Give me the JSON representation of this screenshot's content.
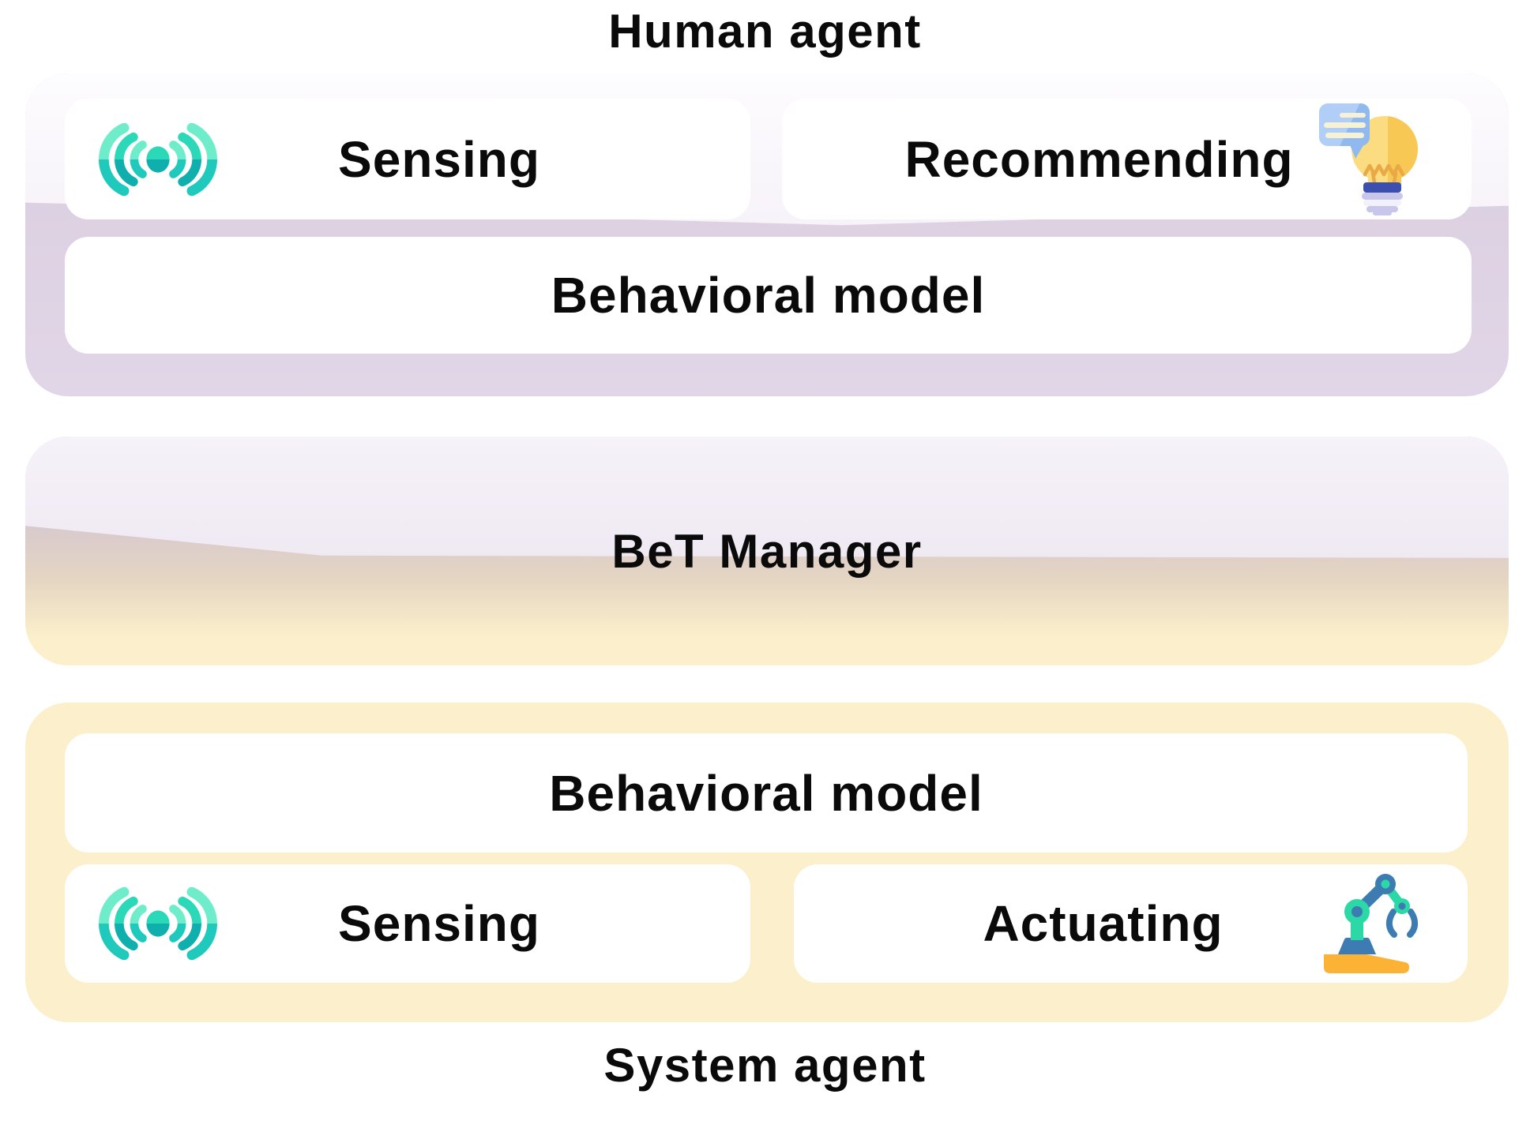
{
  "human_agent": {
    "title": "Human agent",
    "sensing": "Sensing",
    "recommending": "Recommending",
    "behavioral_model": "Behavioral model"
  },
  "bet_manager": {
    "label": "BeT Manager"
  },
  "system_agent": {
    "title": "System agent",
    "behavioral_model": "Behavioral model",
    "sensing": "Sensing",
    "actuating": "Actuating"
  },
  "icons": {
    "sensing": "signal-waves-icon",
    "recommending": "lightbulb-chat-icon",
    "actuating": "robot-arm-icon"
  },
  "colors": {
    "page_bg": "#FFFFFF",
    "text": "#0A0A0A",
    "box_bg": "#FFFFFF",
    "human_base_top": "#D9CDDE",
    "human_base_bottom": "#E1D6E7",
    "human_gloss_top": "#FDFCFE",
    "human_gloss_bottom": "#EFE8F4",
    "bet_gloss_top": "#F6F2F9",
    "bet_gloss_bottom": "#E9E1ED",
    "bet_mid": "#D8C9CE",
    "bet_tan": "#E4D5C3",
    "bet_bottom": "#FBF0CB",
    "system_panel": "#FCF0CC",
    "arc_light_top": "#6FEDCB",
    "arc_light_bottom": "#1FC9BC",
    "arc_dark_top": "#2BD9B8",
    "arc_dark_bottom": "#0EAFAD",
    "bulb_left": "#FBDC80",
    "bulb_right": "#F7C853",
    "filament": "#E9A945",
    "bubble_light": "#B1CEF6",
    "bubble_dark": "#90B9EF",
    "bubble_line": "#F7F1D6",
    "socket_blue": "#3D4FAE",
    "socket_lavender": "#C9C6EB",
    "socket_white": "#F2F0FA",
    "robot_blue": "#3C7CB2",
    "robot_teal": "#2BD8A6",
    "robot_yellow": "#FBB235"
  }
}
